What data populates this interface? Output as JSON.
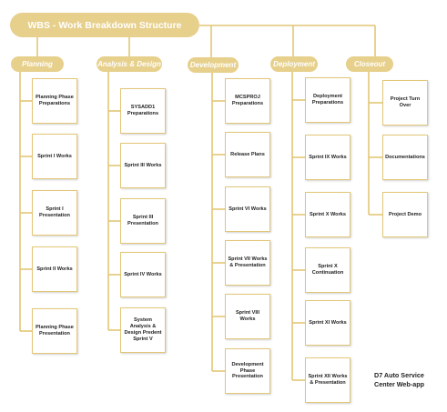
{
  "title": "WBS - Work Breakdown Structure",
  "phases": [
    {
      "label": "Planning",
      "tasks": [
        "Planning Phase Preparations",
        "Sprint I Works",
        "Sprint I Presentation",
        "Sprint II Works",
        "Planning Phase Presentation"
      ]
    },
    {
      "label": "Analysis & Design",
      "tasks": [
        "SYSADD1 Preparations",
        "Sprint III Works",
        "Sprint III Presentation",
        "Sprint IV Works",
        "System Analysis & Design Predent Sprint V"
      ]
    },
    {
      "label": "Development",
      "tasks": [
        "MCSPROJ Preparations",
        "Release Plans",
        "Sprint VI Works",
        "Sprint VII Works & Presentation",
        "Sprint VIII Works",
        "Development Phase Presentation"
      ]
    },
    {
      "label": "Deployment",
      "tasks": [
        "Deployment Preparations",
        "Sprint IX Works",
        "Sprint X Works",
        "Sprint X Continuation",
        "Sprint XI Works",
        "Sprint XII Works & Presentation"
      ]
    },
    {
      "label": "Closeout",
      "tasks": [
        "Project Turn Over",
        "Documentations",
        "Project Demo"
      ]
    }
  ],
  "footer": {
    "line1": "D7 Auto Service",
    "line2": "Center Web-app"
  },
  "colors": {
    "accent": "#e7d08c",
    "connector": "#e2c677",
    "box_border": "#e2c677"
  }
}
